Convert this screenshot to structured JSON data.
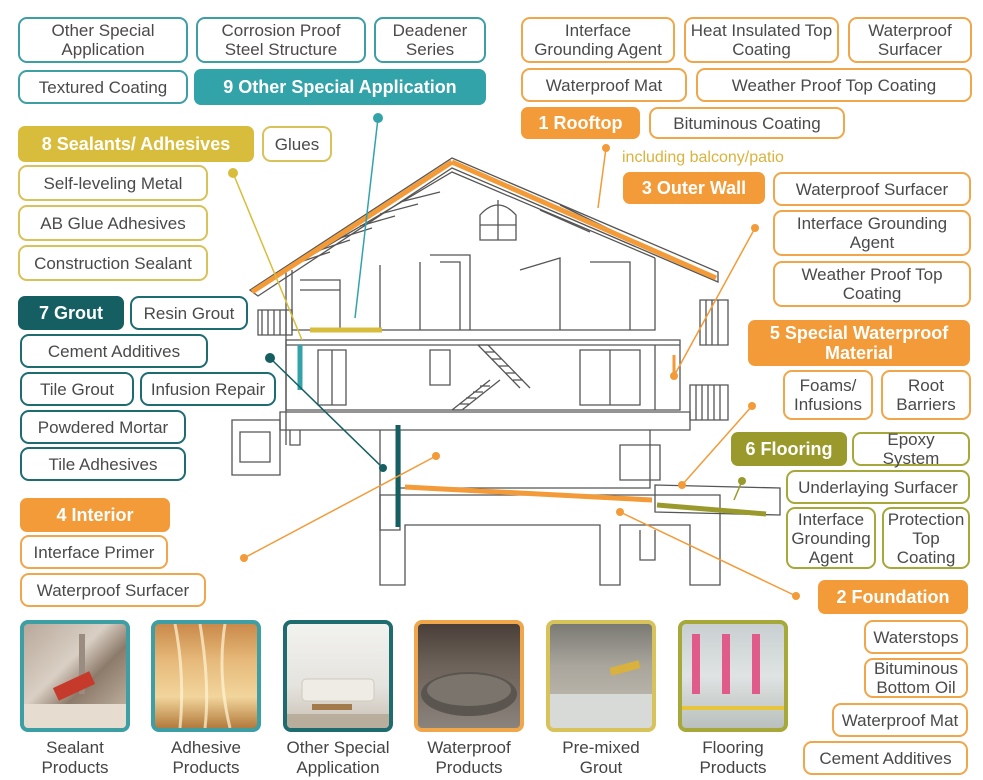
{
  "categories": {
    "other_special": {
      "header": "9  Other Special Application",
      "items": [
        "Other Special Application",
        "Corrosion Proof Steel Structure",
        "Deadener Series",
        "Textured Coating"
      ]
    },
    "sealants": {
      "header": "8  Sealants/ Adhesives",
      "items": [
        "Glues",
        "Self-leveling Metal",
        "AB Glue Adhesives",
        "Construction Sealant"
      ]
    },
    "grout": {
      "header": "7  Grout",
      "items": [
        "Resin Grout",
        "Cement Additives",
        "Tile Grout",
        "Infusion Repair",
        "Powdered Mortar",
        "Tile Adhesives"
      ]
    },
    "interior": {
      "header": "4  Interior",
      "items": [
        "Interface Primer",
        "Waterproof Surfacer"
      ]
    },
    "rooftop": {
      "header": "1  Rooftop",
      "items": [
        "Interface Grounding Agent",
        "Heat Insulated Top Coating",
        "Waterproof Surfacer",
        "Waterproof Mat",
        "Weather Proof Top Coating",
        "Bituminous Coating"
      ]
    },
    "outer_wall": {
      "header": "3  Outer Wall",
      "note": "including balcony/patio",
      "items": [
        "Waterproof Surfacer",
        "Interface Grounding Agent",
        "Weather Proof Top Coating"
      ]
    },
    "special_waterproof": {
      "header": "5  Special Waterproof Material",
      "items": [
        "Foams/ Infusions",
        "Root Barriers"
      ]
    },
    "flooring": {
      "header": "6  Flooring",
      "items": [
        "Epoxy System",
        "Underlaying Surfacer",
        "Interface Grounding Agent",
        "Protection Top Coating"
      ]
    },
    "foundation": {
      "header": "2  Foundation",
      "items": [
        "Waterstops",
        "Bituminous Bottom Oil",
        "Waterproof Mat",
        "Cement Additives"
      ]
    }
  },
  "products": [
    {
      "label": "Sealant Products",
      "color": "#3d9ea3"
    },
    {
      "label": "Adhesive Products",
      "color": "#3d9ea3"
    },
    {
      "label": "Other Special Application",
      "color": "#1e6c70"
    },
    {
      "label": "Waterproof Products",
      "color": "#f0a64a"
    },
    {
      "label": "Pre-mixed Grout",
      "color": "#d8c25a"
    },
    {
      "label": "Flooring Products",
      "color": "#a6a83a"
    }
  ],
  "colors": {
    "teal": "#33a3aa",
    "dark_teal": "#155f63",
    "gold": "#d8bd3d",
    "orange": "#f29b38",
    "olive": "#9a9a2c"
  }
}
